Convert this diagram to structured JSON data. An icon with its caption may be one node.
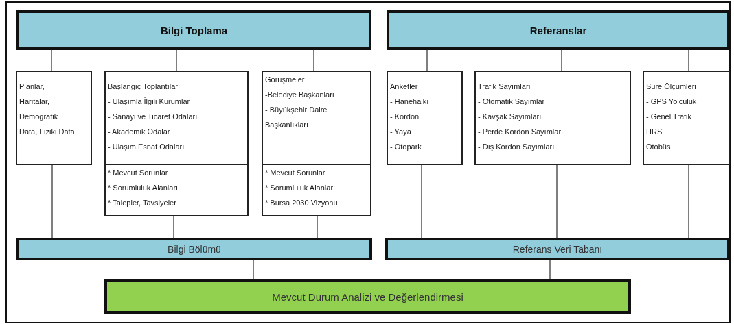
{
  "diagram": {
    "nodes": [
      {
        "text": [
          "Bilgi Toplama"
        ]
      },
      {
        "text": [
          "Referanslar"
        ]
      },
      {
        "text": [
          "Planlar, Haritalar, Demografik Data, Fiziki Data"
        ]
      },
      {
        "text": [
          "Başlangıç Toplantıları",
          "- Ulaşımla İlgili Kurumlar",
          "- Sanayi ve Ticaret Odaları",
          "- Akademik Odalar",
          "- Ulaşım Esnaf Odaları"
        ]
      },
      {
        "text": [
          "* Mevcut Sorunlar",
          "* Sorumluluk Alanları",
          "* Talepler, Tavsiyeler"
        ]
      },
      {
        "text": [
          "Görüşmeler",
          "-Belediye Başkanları",
          "- Büyükşehir Daire Başkanlıkları"
        ]
      },
      {
        "text": [
          "* Mevcut Sorunlar",
          "* Sorumluluk Alanları",
          "* Bursa 2030 Vizyonu"
        ]
      },
      {
        "text": [
          "Anketler",
          "- Hanehalkı",
          "- Kordon",
          "- Yaya",
          "- Otopark"
        ]
      },
      {
        "text": [
          "Trafik Sayımları",
          "- Otomatik Sayımlar",
          "- Kavşak Sayımları",
          "- Perde Kordon Sayımları",
          "- Dış Kordon Sayımları"
        ]
      },
      {
        "text": [
          "Süre Ölçümleri",
          "- GPS Yolculuk",
          "- Genel Trafik",
          "HRS",
          "Otobüs"
        ]
      },
      {
        "text": [
          "Bilgi Bölümü"
        ]
      },
      {
        "text": [
          "Referans Veri Tabanı"
        ]
      },
      {
        "text": [
          "Mevcut Durum Analizi ve Değerlendirmesi"
        ]
      }
    ],
    "edges": [
      {
        "from": 0,
        "to": 2,
        "arrow": "none"
      },
      {
        "from": 0,
        "to": 3,
        "arrow": "none"
      },
      {
        "from": 0,
        "to": 5,
        "arrow": "none"
      },
      {
        "from": 1,
        "to": 7,
        "arrow": "none"
      },
      {
        "from": 1,
        "to": 8,
        "arrow": "none"
      },
      {
        "from": 1,
        "to": 9,
        "arrow": "none"
      },
      {
        "from": 2,
        "to": 10,
        "arrow": "none"
      },
      {
        "from": 4,
        "to": 10,
        "arrow": "none"
      },
      {
        "from": 6,
        "to": 10,
        "arrow": "none"
      },
      {
        "from": 7,
        "to": 11,
        "arrow": "none"
      },
      {
        "from": 8,
        "to": 11,
        "arrow": "none"
      },
      {
        "from": 9,
        "to": 11,
        "arrow": "none"
      },
      {
        "from": 10,
        "to": 12,
        "arrow": "none"
      },
      {
        "from": 11,
        "to": 12,
        "arrow": "none"
      }
    ]
  }
}
